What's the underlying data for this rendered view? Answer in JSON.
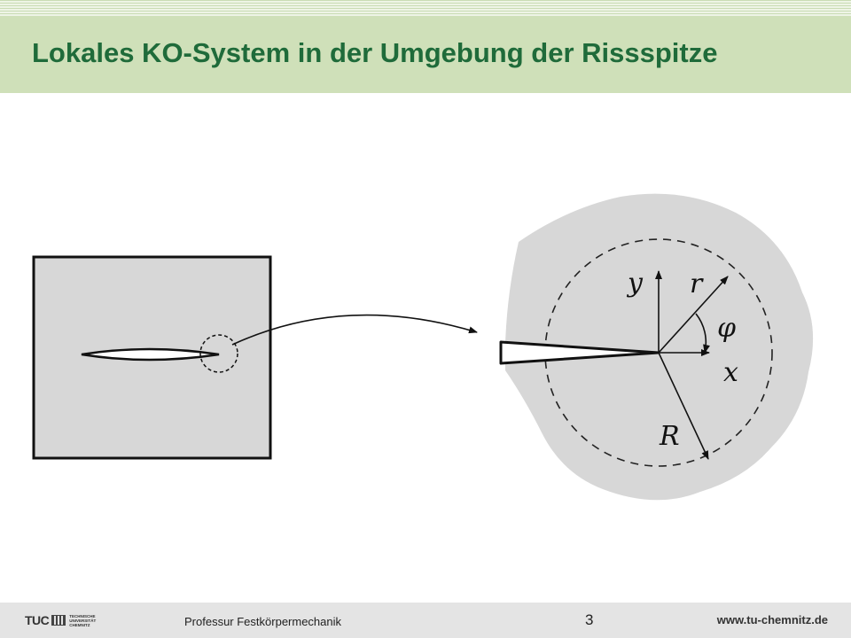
{
  "header": {
    "title": "Lokales KO-System in der Umgebung der Rissspitze"
  },
  "diagram": {
    "labels": {
      "y_axis": "y",
      "x_axis": "x",
      "radius_vector": "r",
      "angle": "φ",
      "region_radius": "R"
    }
  },
  "footer": {
    "logo": {
      "wordmark": "TUC",
      "text_lines": [
        "TECHNISCHE",
        "UNIVERSITÄT",
        "CHEMNITZ"
      ]
    },
    "chair": "Professur Festkörpermechanik",
    "page_number": "3",
    "website": "www.tu-chemnitz.de"
  },
  "colors": {
    "title": "#1f6b3a",
    "header_band": "#cfe0b9",
    "region_fill": "#d7d7d7",
    "footer_band": "#e4e4e4"
  }
}
